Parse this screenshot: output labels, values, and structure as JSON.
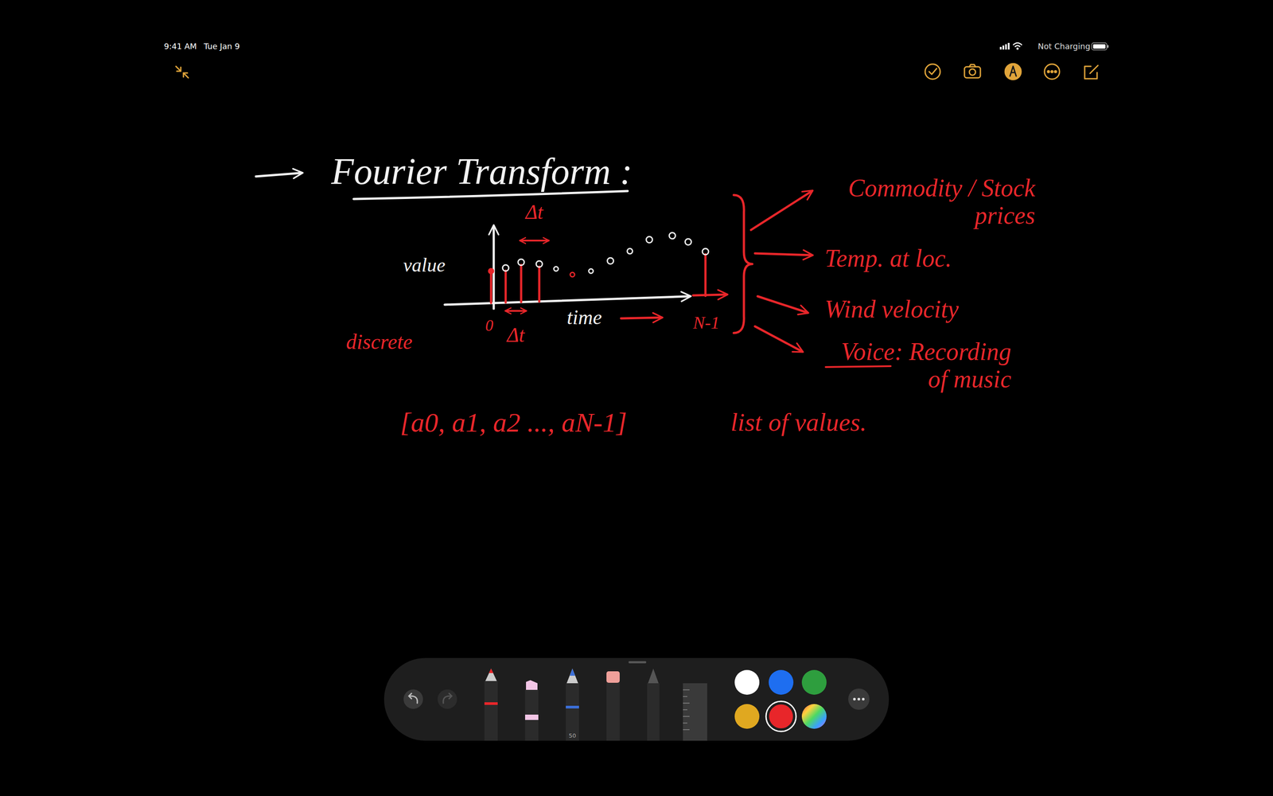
{
  "diagram": {
    "title": "Fourier Transform :",
    "labels": [
      "9:41 AM",
      "Tue Jan 9",
      "Not Charging",
      "Δt",
      "value",
      "0",
      "Δt",
      "time",
      "N-1",
      "discrete",
      "Commodity / Stock prices",
      "Temp. at loc.",
      "Wind velocity",
      "Voice: Recording of music",
      "[a0, a1, a2 ..., aN-1]",
      "list of values.",
      "50"
    ]
  }
}
